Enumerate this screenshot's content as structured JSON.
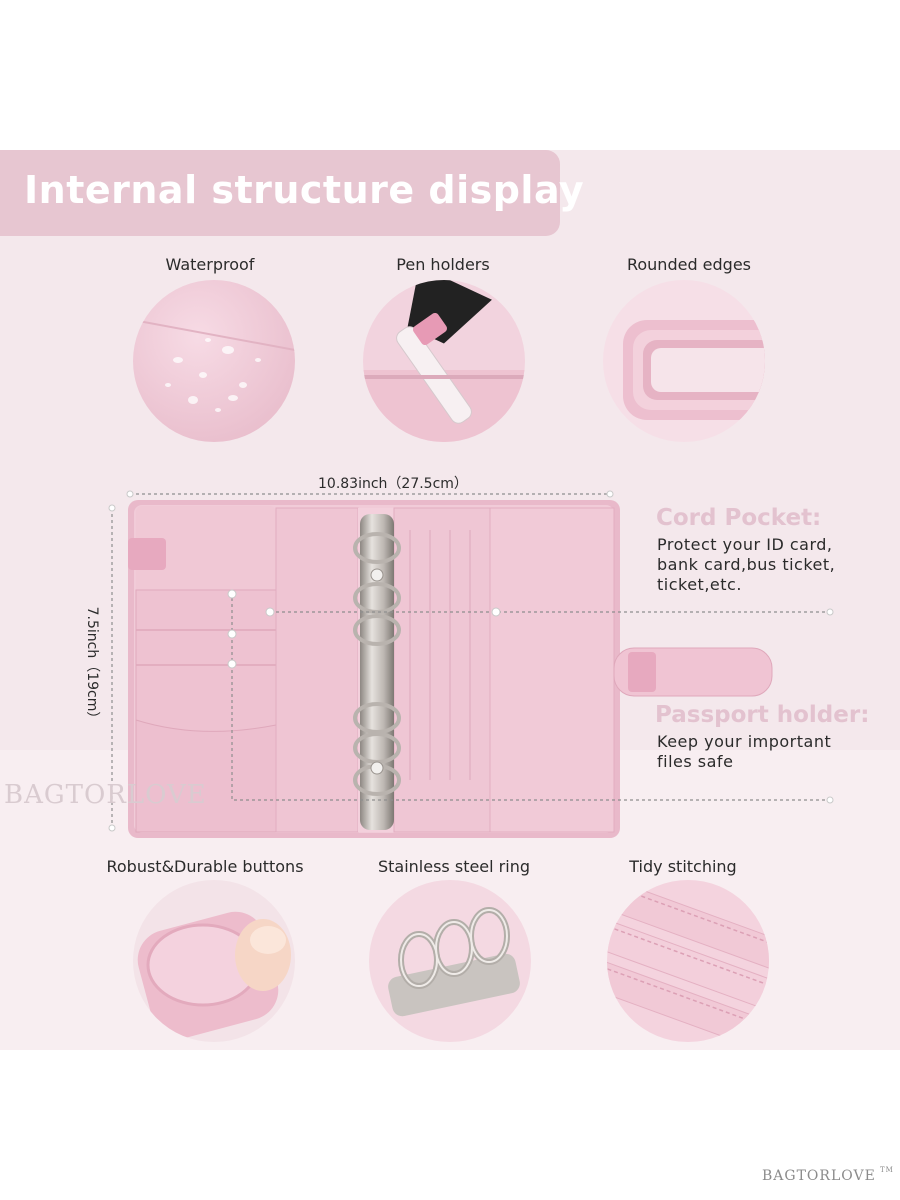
{
  "header": {
    "title": "Internal structure display"
  },
  "features_top": [
    {
      "label": "Waterproof",
      "icon": "water-droplets-image"
    },
    {
      "label": "Pen holders",
      "icon": "pen-holder-image"
    },
    {
      "label": "Rounded edges",
      "icon": "rounded-edge-image"
    }
  ],
  "features_bottom": [
    {
      "label": "Robust&Durable buttons",
      "icon": "button-strap-image"
    },
    {
      "label": "Stainless steel ring",
      "icon": "steel-ring-image"
    },
    {
      "label": "Tidy stitching",
      "icon": "stitching-image"
    }
  ],
  "dimensions": {
    "width": "10.83inch（27.5cm）",
    "height": "7.5inch（19cm）"
  },
  "callouts": {
    "cord_pocket": {
      "title": "Cord Pocket:",
      "lines": [
        "Protect your ID card,",
        "bank card,bus ticket,",
        "ticket,etc."
      ]
    },
    "passport_holder": {
      "title": "Passport holder:",
      "lines": [
        "Keep your important",
        "files safe"
      ]
    }
  },
  "watermark": {
    "left": "BAGTORLOVE",
    "bottom": "BAGTORLOVE",
    "tm": "TM"
  },
  "colors": {
    "pink": "#f2cfdd",
    "pink_dark": "#e3b5c7",
    "title_bar": "#e7c6d1",
    "metal": "#c9c4c0"
  }
}
